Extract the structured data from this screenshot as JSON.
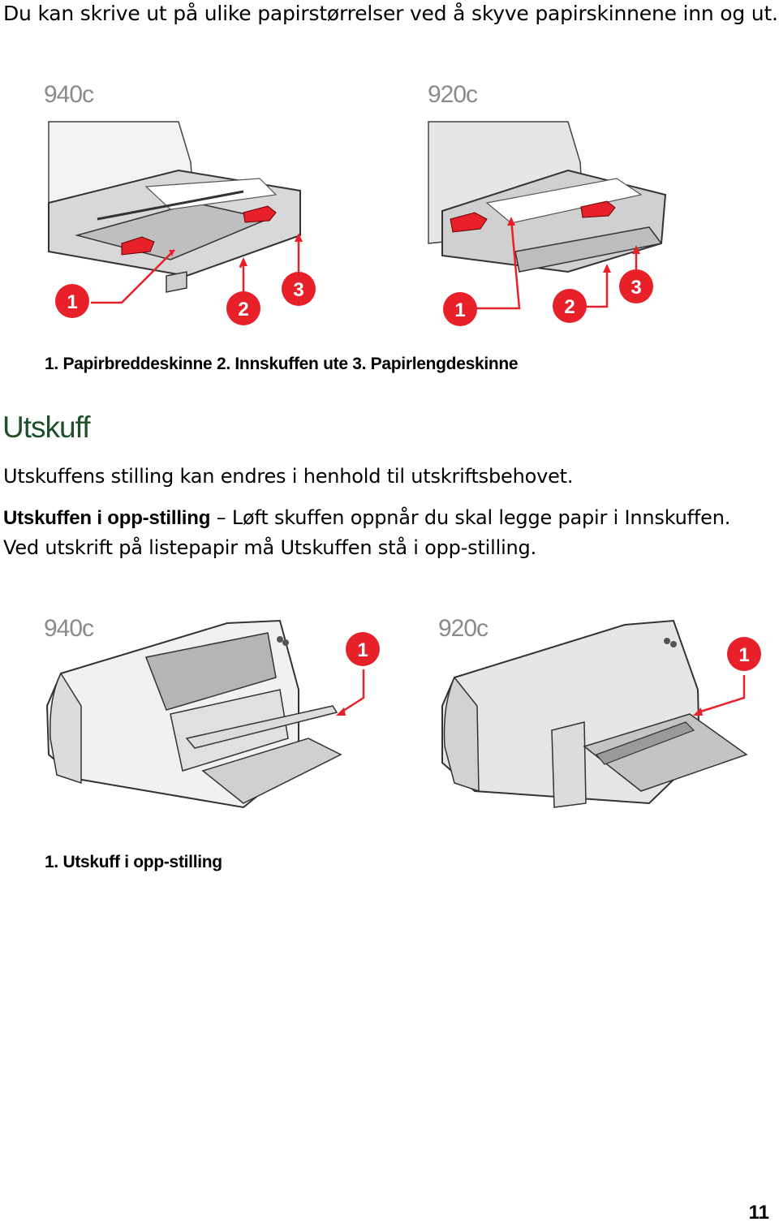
{
  "intro": "Du kan skrive ut på ulike papirstørrelser ved å skyve papirskinnene inn og ut.",
  "figure1": {
    "left_model": "940c",
    "right_model": "920c",
    "callouts": [
      "1",
      "2",
      "3"
    ],
    "caption": "1. Papirbreddeskinne 2. Innskuffen ute 3. Papirlengdeskinne"
  },
  "section": {
    "heading": "Utskuff",
    "para1": "Utskuffens stilling kan endres i henhold til utskriftsbehovet.",
    "para2_bold": "Utskuffen i opp-stilling",
    "para2_rest": " – Løft skuffen oppnår du skal legge papir i Innskuffen.",
    "para3": "Ved utskrift på listepapir må Utskuffen stå i opp-stilling."
  },
  "figure2": {
    "left_model": "940c",
    "right_model": "920c",
    "callouts": [
      "1"
    ],
    "caption": "1. Utskuff i opp-stilling"
  },
  "page_number": "11",
  "colors": {
    "callout_red": "#e8202a",
    "arrow_red": "#e8202a",
    "heading_green": "#1f4f2a",
    "model_gray": "#8a8a8a"
  }
}
